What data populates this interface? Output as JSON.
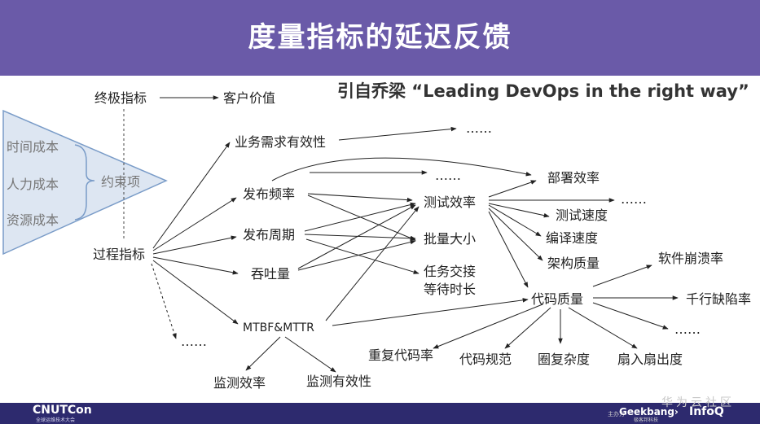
{
  "slide": {
    "title": "度量指标的延迟反馈",
    "quote": "引自乔梁 “Leading DevOps in the right way”"
  },
  "diagram": {
    "ultimate": "终极指标",
    "customer_value": "客户价值",
    "time_cost": "时间成本",
    "labor_cost": "人力成本",
    "resource_cost": "资源成本",
    "constraints": "约束项",
    "process": "过程指标",
    "business_validity": "业务需求有效性",
    "release_freq": "发布频率",
    "release_cycle": "发布周期",
    "throughput": "吞吐量",
    "mtbf_mttr": "MTBF&MTTR",
    "monitor_eff": "监测效率",
    "monitor_valid": "监测有效性",
    "test_eff": "测试效率",
    "batch_size": "批量大小",
    "handoff_wait_1": "任务交接",
    "handoff_wait_2": "等待时长",
    "deploy_eff": "部署效率",
    "test_speed": "测试速度",
    "compile_speed": "编译速度",
    "arch_quality": "架构质量",
    "code_quality": "代码质量",
    "crash_rate": "软件崩溃率",
    "defect_rate": "千行缺陷率",
    "dup_code": "重复代码率",
    "code_style": "代码规范",
    "complexity": "圈复杂度",
    "fan_in_out": "扇入扇出度",
    "ellipsis": "……"
  },
  "footer": {
    "left": "CNUTCon",
    "left_sub": "全球运维技术大会",
    "prefix": "主办方",
    "geekbang": "Geekbang›",
    "geekbang_sub": "极客邦科技",
    "infoq": "InfoQ",
    "watermark": "华为云社区"
  },
  "colors": {
    "header": "#6a5aa8",
    "footer": "#2d2a6e",
    "triangle_fill": "#dde6f2",
    "triangle_stroke": "#7a9cc8"
  }
}
